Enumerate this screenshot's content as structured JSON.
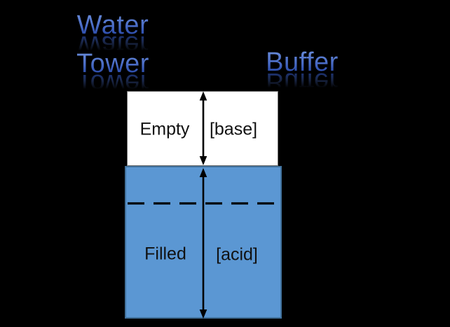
{
  "slide": {
    "background_color": "#000000",
    "title_gradient_top": "#6C8FDB",
    "title_gradient_bottom": "#1C3C9C",
    "left_title_line1": "Water",
    "left_title_line2": "Tower",
    "right_title": "Buffer"
  },
  "tank": {
    "empty_section": {
      "left_label": "Empty",
      "right_label": "[base]",
      "fill_color": "#FFFFFF"
    },
    "filled_section": {
      "left_label": "Filled",
      "right_label": "[acid]",
      "fill_color": "#5B97D3",
      "border_color": "#41719C"
    },
    "annotation_color": "#000000"
  }
}
